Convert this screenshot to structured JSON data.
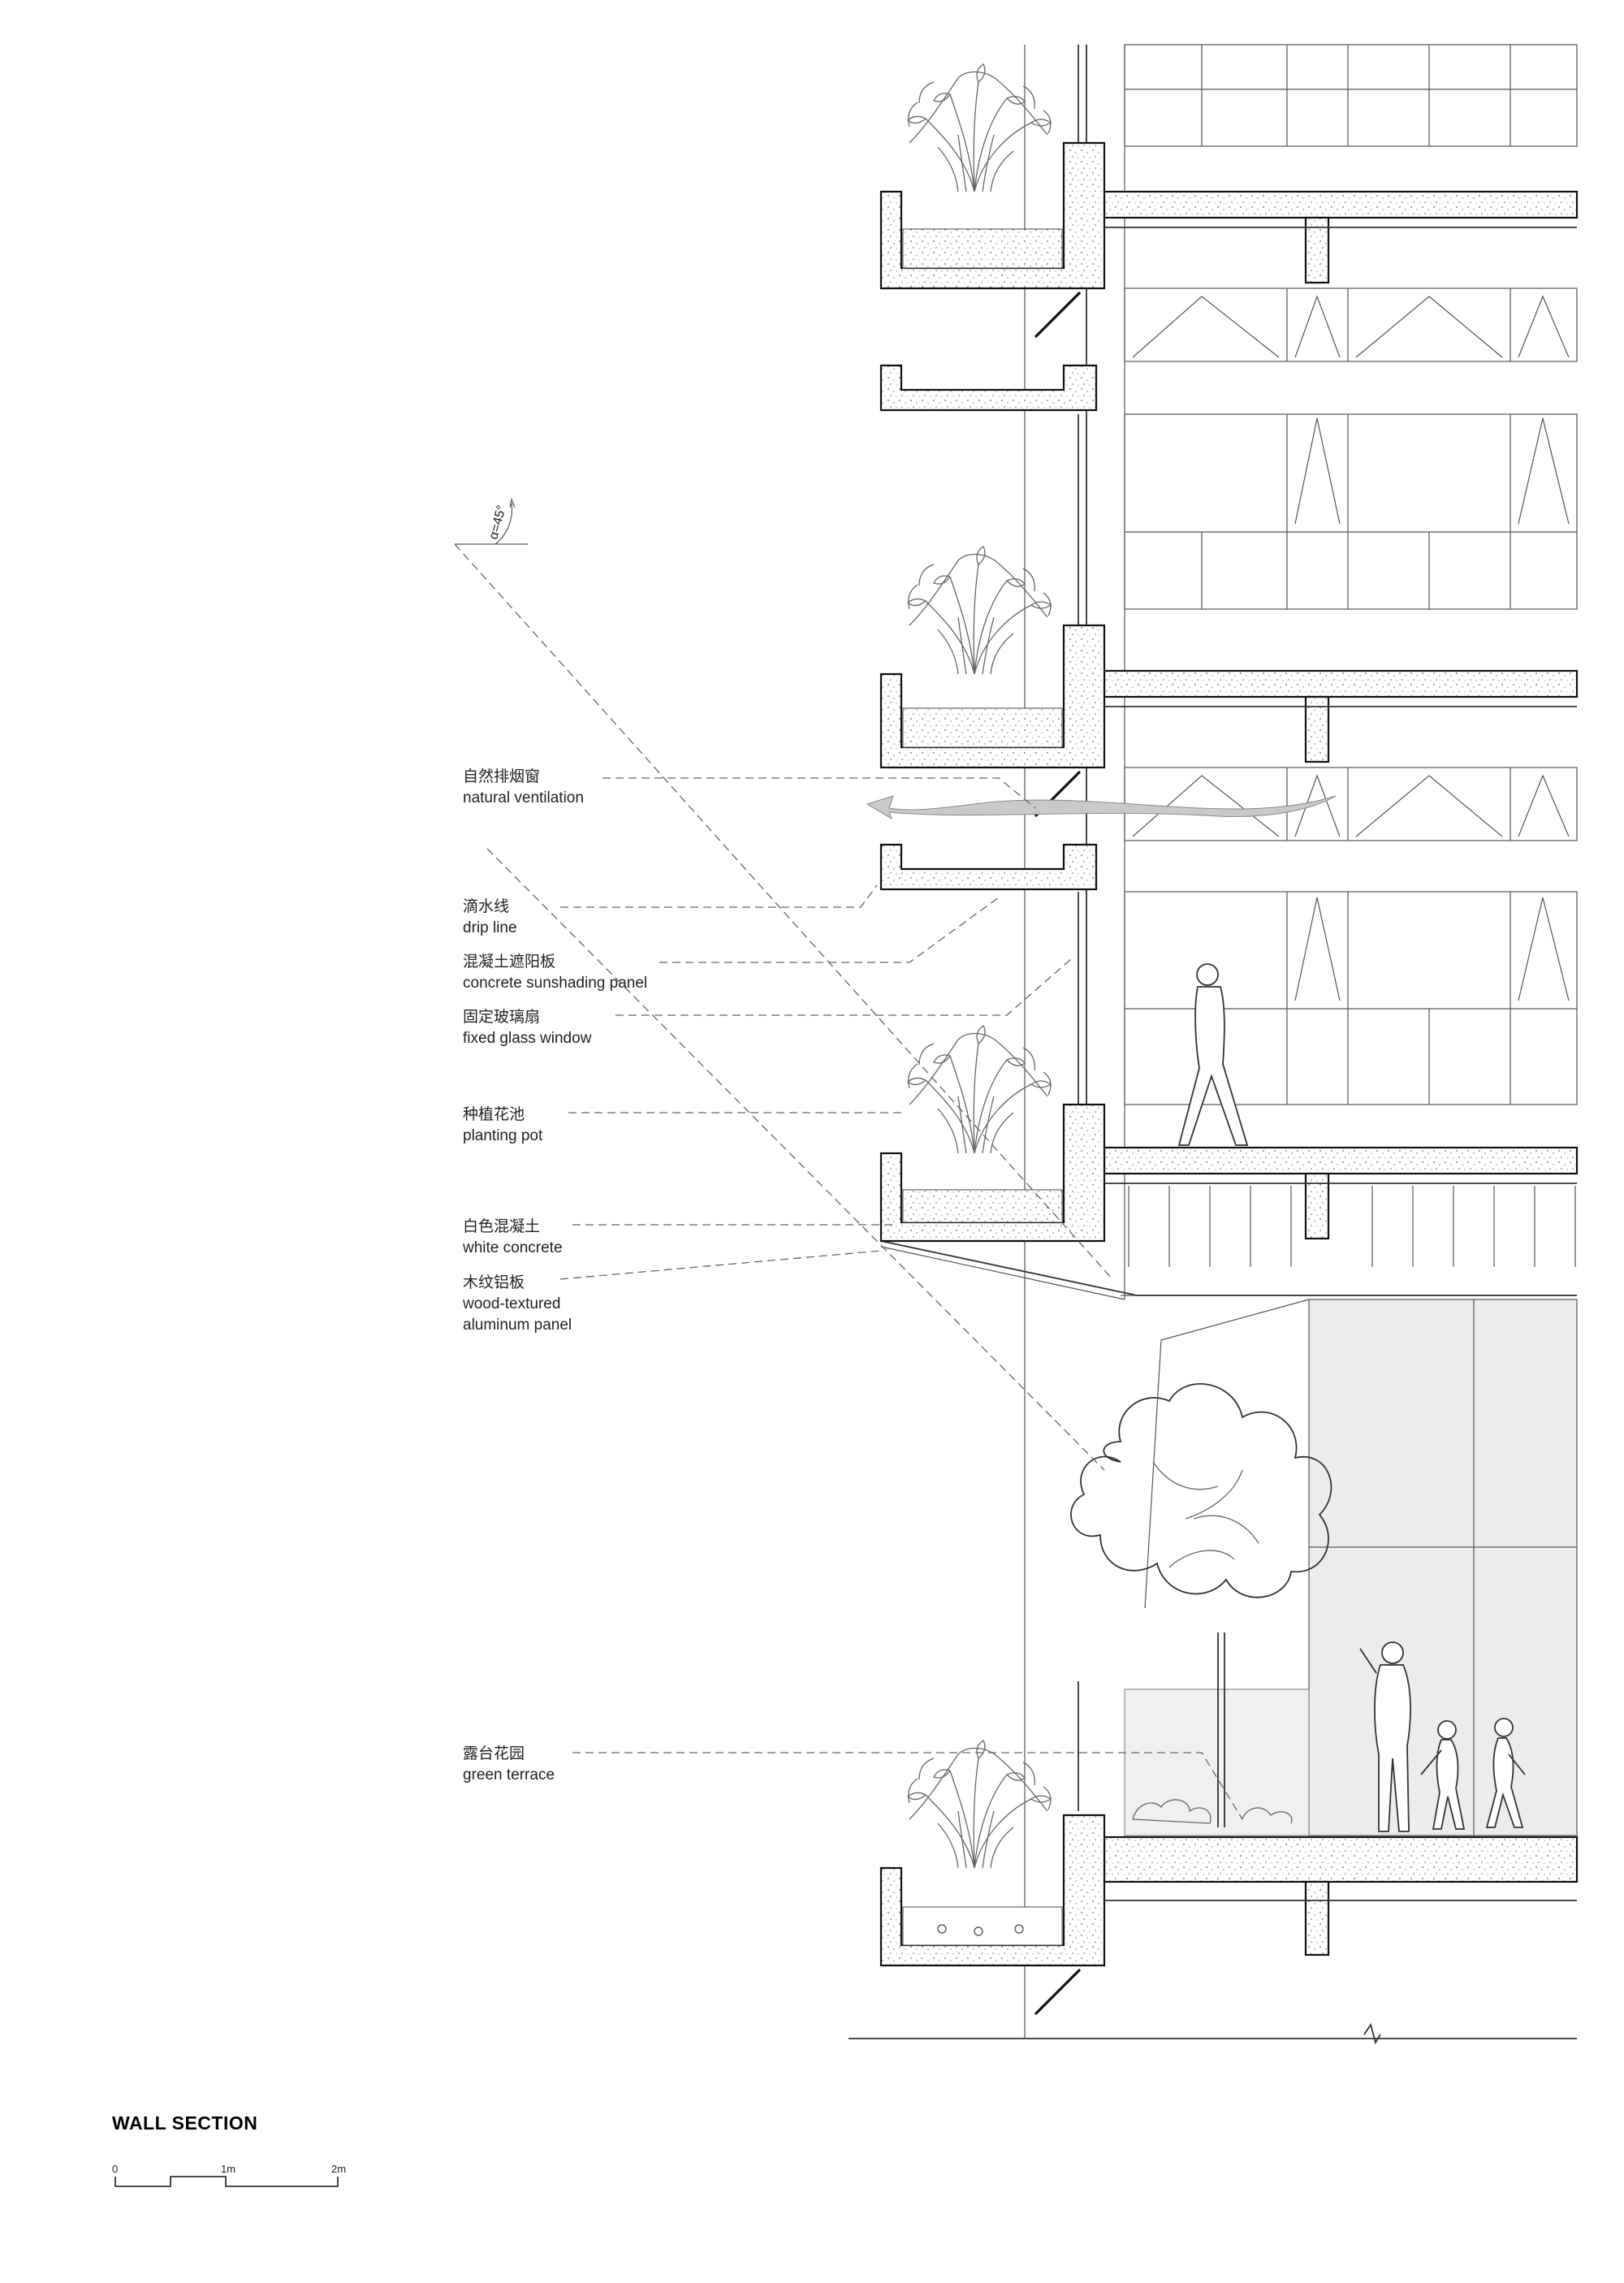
{
  "title": "WALL SECTION",
  "angle_label": "α=45°",
  "scale_bar": {
    "ticks": [
      "0",
      "1m",
      "2m"
    ]
  },
  "annotations": [
    {
      "id": "natural-ventilation",
      "cn": "自然排烟窗",
      "en": [
        "natural ventilation"
      ]
    },
    {
      "id": "drip-line",
      "cn": "滴水线",
      "en": [
        "drip line"
      ]
    },
    {
      "id": "sunshading-panel",
      "cn": "混凝土遮阳板",
      "en": [
        "concrete sunshading panel"
      ]
    },
    {
      "id": "fixed-glass-window",
      "cn": "固定玻璃扇",
      "en": [
        "fixed glass window"
      ]
    },
    {
      "id": "planting-pot",
      "cn": "种植花池",
      "en": [
        "planting pot"
      ]
    },
    {
      "id": "white-concrete",
      "cn": "白色混凝土",
      "en": [
        "white concrete"
      ]
    },
    {
      "id": "wood-aluminum-panel",
      "cn": "木纹铝板",
      "en": [
        "wood-textured",
        "aluminum panel"
      ]
    },
    {
      "id": "green-terrace",
      "cn": "露台花园",
      "en": [
        "green terrace"
      ]
    }
  ]
}
